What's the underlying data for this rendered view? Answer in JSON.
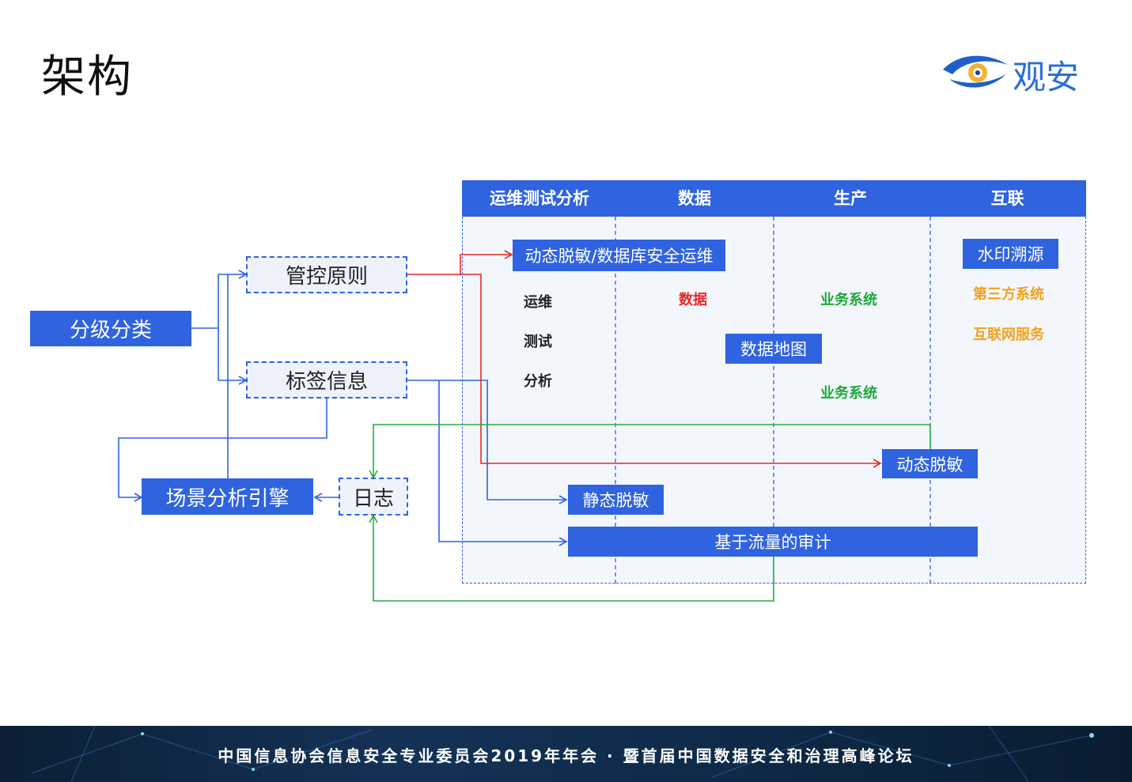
{
  "page": {
    "title": "架构"
  },
  "logo": {
    "text": "观安"
  },
  "columns": [
    {
      "label": "运维测试分析"
    },
    {
      "label": "数据"
    },
    {
      "label": "生产"
    },
    {
      "label": "互联"
    }
  ],
  "nodes": {
    "classification": "分级分类",
    "control_principle": "管控原则",
    "tag_info": "标签信息",
    "scene_engine": "场景分析引擎",
    "log": "日志",
    "dynamic_mask_db_ops": "动态脱敏/数据库安全运维",
    "watermark_trace": "水印溯源",
    "data_map": "数据地图",
    "dynamic_mask": "动态脱敏",
    "static_mask": "静态脱敏",
    "traffic_audit": "基于流量的审计"
  },
  "labels": {
    "ops": "运维",
    "test": "测试",
    "analysis": "分析",
    "data": "数据",
    "biz_system_1": "业务系统",
    "biz_system_2": "业务系统",
    "third_party": "第三方系统",
    "internet_service": "互联网服务"
  },
  "colors": {
    "primary_blue": "#2f63e0",
    "red_flow": "#e8292b",
    "green_flow": "#27ae3c",
    "green_label": "#1fa83a",
    "orange_label": "#f4a11a"
  },
  "footer": {
    "text": "中国信息协会信息安全专业委员会2019年年会 · 暨首届中国数据安全和治理高峰论坛"
  }
}
